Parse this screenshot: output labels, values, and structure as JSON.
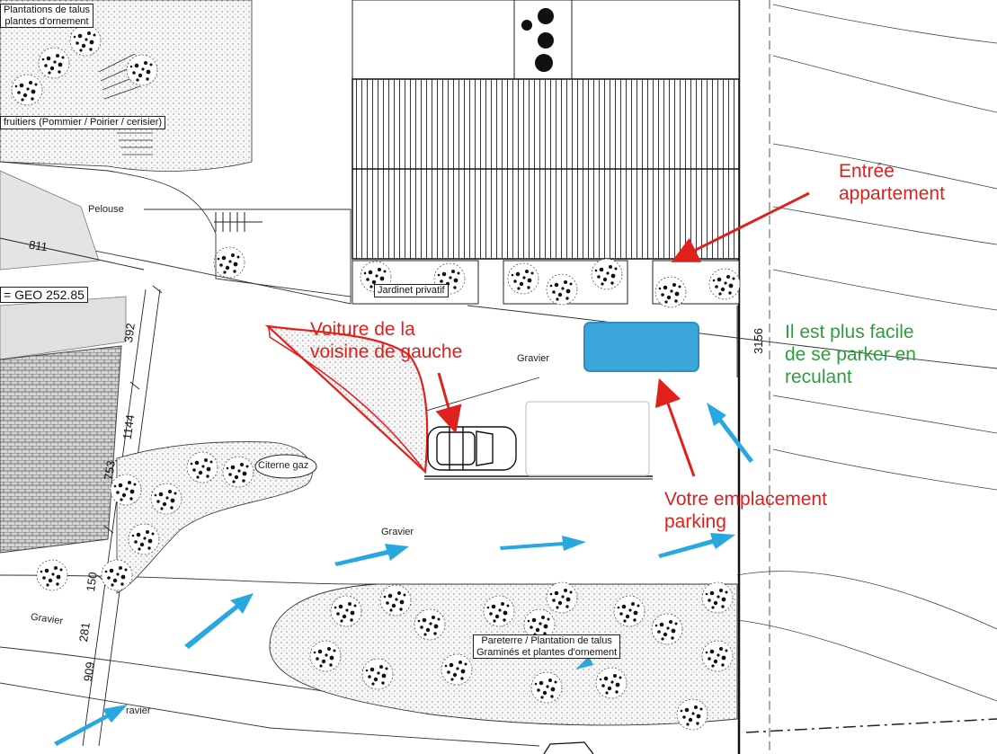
{
  "labels": {
    "plantations_talus": "Plantations de talus",
    "plantes_ornement": "plantes d'ornement",
    "fruitiers": "fruitiers (Pommier / Poirier / cerisier)",
    "pelouse": "Pelouse",
    "geo": "= GEO 252.85",
    "jardinet": "Jardinet privatif",
    "gravier_top": "Gravier",
    "gravier_mid": "Gravier",
    "gravier_left": "Gravier",
    "gravier_bottom": "ravier",
    "citerne": "Citerne gaz",
    "pareterre_1": "Pareterre / Plantation de talus",
    "pareterre_2": "Graminés et plantes d'ornement"
  },
  "dimensions": {
    "d811": "811",
    "d392": "392",
    "d1144": "1144",
    "d753": "753",
    "d150": "150",
    "d281": "281",
    "d909": "909",
    "d3156": "3156"
  },
  "annotations": {
    "entree_1": "Entrée",
    "entree_2": "appartement",
    "voiture_1": "Voiture de la",
    "voiture_2": "voisine de gauche",
    "parking_1": "Votre emplacement",
    "parking_2": "parking",
    "reculant_1": "Il est plus facile",
    "reculant_2": "de se parker en",
    "reculant_3": "reculant"
  },
  "colors": {
    "red_annotation": "#e0201c",
    "green_annotation": "#2f9e3e",
    "blue_arrow": "#29a8e0",
    "parking_spot": "#3aa6dc"
  }
}
